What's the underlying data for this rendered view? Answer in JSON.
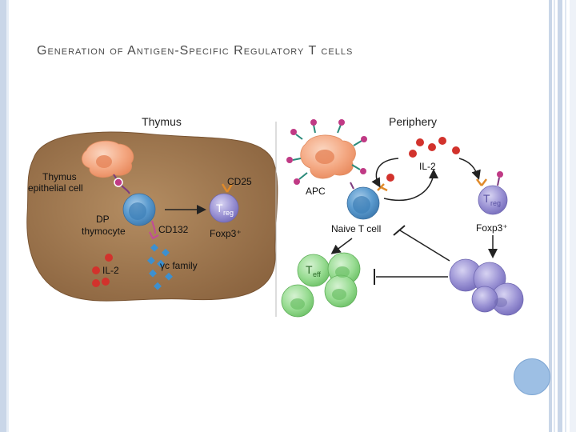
{
  "slide": {
    "title": "Generation of Antigen-Specific Regulatory T cells"
  },
  "figure": {
    "thymus_panel": {
      "heading": "Thymus",
      "label_epithelial_line1": "Thymus",
      "label_epithelial_line2": "epithelial cell",
      "label_dp_line1": "DP",
      "label_dp_line2": "thymocyte",
      "label_cd25": "CD25",
      "label_treg_main": "T",
      "label_treg_sub": "reg",
      "label_cd132": "CD132",
      "label_foxp3": "Foxp3⁺",
      "label_il2": "IL-2",
      "label_gamma_family": "γc family"
    },
    "periphery_panel": {
      "heading": "Periphery",
      "label_apc": "APC",
      "label_il2": "IL-2",
      "label_naive": "Naive T cell",
      "label_treg_main": "T",
      "label_treg_sub": "reg",
      "label_foxp3": "Foxp3⁺",
      "label_teff_main": "T",
      "label_teff_sub": "eff"
    }
  },
  "colors": {
    "thymus_tissue": "#a07a52",
    "apc": "#f2a07a",
    "tcell_blue": "#4e8fc4",
    "treg_purple": "#8f86cc",
    "teff_green": "#8fd48a",
    "il2_red": "#d2322c",
    "gamma_blue": "#3c90d0",
    "accent_blue": "#9dbfe4"
  }
}
